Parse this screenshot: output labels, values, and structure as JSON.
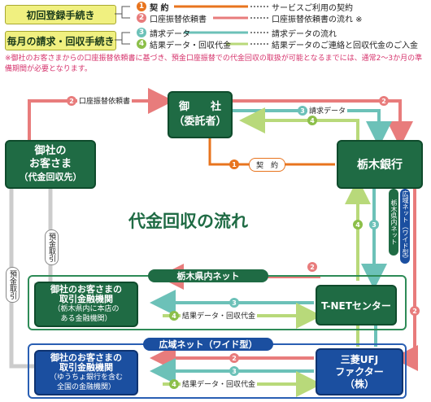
{
  "legend": {
    "top_left": "初回登録手続き",
    "bottom_left": "毎月の請求・回収手続き",
    "items": [
      {
        "num": "1",
        "label": "契 約",
        "desc": "サービスご利用の契約"
      },
      {
        "num": "2",
        "label": "口座振替依頼書",
        "desc": "口座振替依頼書の流れ ※"
      },
      {
        "num": "3",
        "label": "請求データ",
        "desc": "請求データの流れ"
      },
      {
        "num": "4",
        "label": "結果データ・回収代金",
        "desc": "結果データのご連絡と回収代金のご入金"
      }
    ],
    "colors": {
      "contract": "#e8741e",
      "transfer": "#e87c7c",
      "request": "#6cc1b8",
      "result": "#b8d97a"
    }
  },
  "note": "※御社のお客さまからの口座振替依頼書に基づき、預金口座振替での代金回収の取扱が可能となるまでには、通常2〜3か月の準備期間が必要となります。",
  "diagram": {
    "title": "代金回収の流れ",
    "customer": {
      "line1": "御社の",
      "line2": "お客さま",
      "line3": "（代金回収先）"
    },
    "company": {
      "line1": "御　　社",
      "line2": "（委託者）"
    },
    "bank": "栃木銀行",
    "tnet": "T-NETセンター",
    "mufj": {
      "line1": "三菱UFJ",
      "line2": "ファクター",
      "line3": "（株）"
    },
    "prefectural_net": "栃木県内ネット",
    "wide_net": "広域ネット（ワイド型）",
    "pref_vertical": "栃木県内ネット",
    "wide_vertical": "広域ネット（ワイド型）",
    "inst_pref": {
      "line1": "御社のお客さまの",
      "line2": "取引金融機関",
      "line3": "（栃木県内に本店の",
      "line4": "ある金融機関）"
    },
    "inst_wide": {
      "line1": "御社のお客さまの",
      "line2": "取引金融機関",
      "line3": "（ゆうちょ銀行を含む",
      "line4": "全国の金融機関）"
    },
    "labels": {
      "transfer_form": "口座振替依頼書",
      "billing": "請求データ",
      "contract": "契　約",
      "result": "結果データ・回収代金",
      "deposit": "預金取引"
    }
  }
}
